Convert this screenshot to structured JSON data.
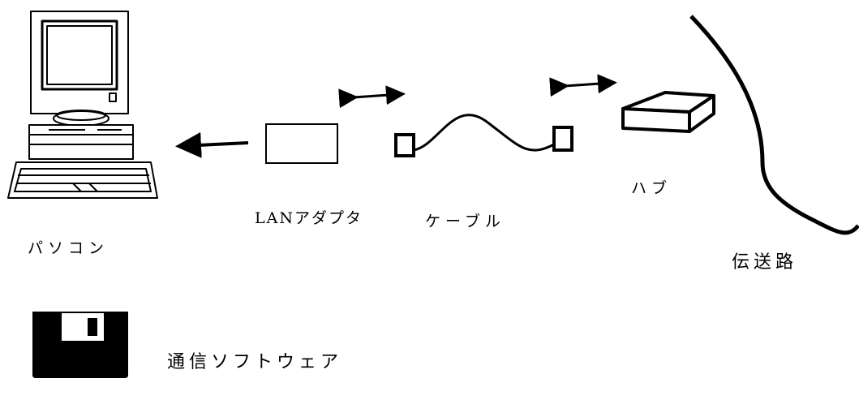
{
  "labels": {
    "pc": "パソコン",
    "lan_adapter": "LANアダプタ",
    "cable": "ケーブル",
    "hub": "ハブ",
    "transmission_line": "伝送路",
    "software": "通信ソフトウェア"
  }
}
